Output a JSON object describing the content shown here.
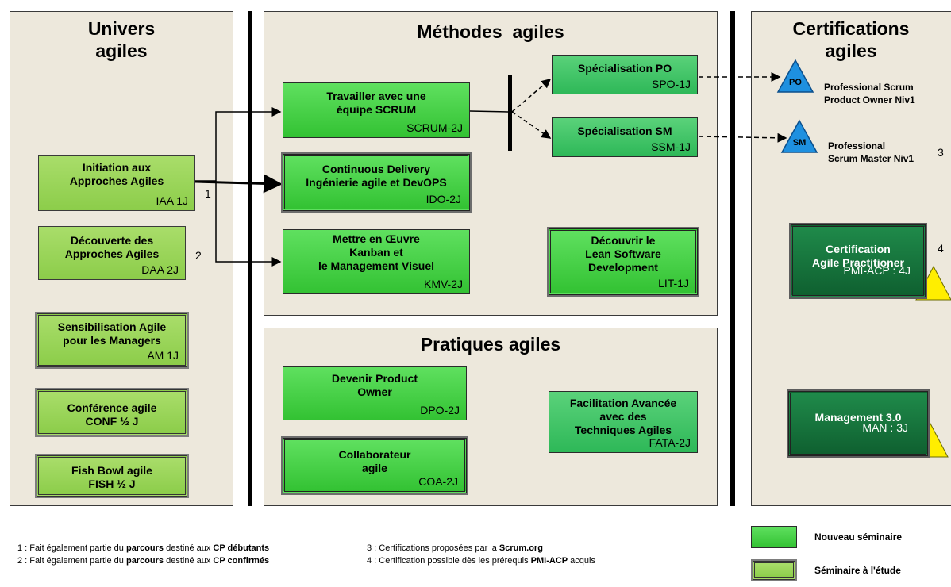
{
  "panels": {
    "univers": {
      "title_line1": "Univers",
      "title_line2": "agiles"
    },
    "methodes": {
      "title": "Méthodes  agiles"
    },
    "pratiques": {
      "title": "Pratiques agiles"
    },
    "certifications": {
      "title_line1": "Certifications",
      "title_line2": "agiles"
    }
  },
  "univers_boxes": [
    {
      "lines": [
        "Initiation aux",
        "Approches Agiles"
      ],
      "code": "IAA 1J",
      "status": "study"
    },
    {
      "lines": [
        "Découverte des",
        "Approches Agiles"
      ],
      "code": "DAA 2J",
      "status": "study"
    },
    {
      "lines": [
        "Sensibilisation Agile",
        "pour les Managers"
      ],
      "code": "AM 1J",
      "status": "study"
    },
    {
      "lines": [
        "Conférence agile",
        "CONF  ½ J"
      ],
      "code": "",
      "status": "study"
    },
    {
      "lines": [
        "Fish Bowl agile",
        "FISH  ½ J"
      ],
      "code": "",
      "status": "study"
    }
  ],
  "methodes_boxes": [
    {
      "lines": [
        "Travailler avec une",
        "équipe SCRUM"
      ],
      "code": "SCRUM-2J",
      "status": "new"
    },
    {
      "lines": [
        "Continuous Delivery",
        "Ingénierie agile et DevOPS"
      ],
      "code": "IDO-2J",
      "status": "new"
    },
    {
      "lines": [
        "Mettre en Œuvre",
        "Kanban et",
        "le Management Visuel"
      ],
      "code": "KMV-2J",
      "status": "new"
    },
    {
      "lines": [
        "Spécialisation PO"
      ],
      "code": "SPO-1J",
      "status": "new"
    },
    {
      "lines": [
        "Spécialisation SM"
      ],
      "code": "SSM-1J",
      "status": "new"
    },
    {
      "lines": [
        "Découvrir le",
        "Lean Software",
        "Development"
      ],
      "code": "LIT-1J",
      "status": "new"
    }
  ],
  "pratiques_boxes": [
    {
      "lines": [
        "Devenir Product",
        "Owner"
      ],
      "code": "DPO-2J",
      "status": "new"
    },
    {
      "lines": [
        "Collaborateur",
        "agile"
      ],
      "code": "COA-2J",
      "status": "new"
    },
    {
      "lines": [
        "Facilitation Avancée",
        "avec des",
        "Techniques Agiles"
      ],
      "code": "FATA-2J",
      "status": "new"
    }
  ],
  "cert_boxes": [
    {
      "lines": [
        "Certification",
        "Agile Practitioner"
      ],
      "code": "PMI-ACP : 4J"
    },
    {
      "lines": [
        "Management 3.0"
      ],
      "code": "MAN : 3J"
    }
  ],
  "scrum_certs": [
    {
      "badge": "PO",
      "lines": [
        "Professional Scrum",
        "Product Owner Niv1"
      ]
    },
    {
      "badge": "SM",
      "lines": [
        "Professional",
        "Scrum Master Niv1"
      ]
    }
  ],
  "markers": {
    "m1": "1",
    "m2": "2",
    "m3": "3",
    "m4": "4"
  },
  "notes": [
    {
      "pre": "1 : Fait également partie du ",
      "b1": "parcours",
      "mid": " destiné aux ",
      "b2": "CP débutants",
      "post": ""
    },
    {
      "pre": "2 : Fait également partie du ",
      "b1": "parcours",
      "mid": " destiné aux ",
      "b2": "CP confirmés",
      "post": ""
    },
    {
      "pre": "3 : Certifications proposées par la ",
      "b1": "Scrum.org",
      "mid": "",
      "b2": "",
      "post": ""
    },
    {
      "pre": "4 : Certification possible dès les prérequis ",
      "b1": "PMI-ACP",
      "mid": "",
      "b2": "",
      "post": " acquis"
    }
  ],
  "legend": {
    "new": "Nouveau séminaire",
    "study": "Séminaire à l'étude"
  },
  "colors": {
    "new_green": "#3ccb3c",
    "study_green": "#9dd65a",
    "cert_dark": "#167a3c",
    "badge_blue": "#1e90e0",
    "warn_yellow": "#ffee00",
    "panel_bg": "#ede8dc"
  }
}
